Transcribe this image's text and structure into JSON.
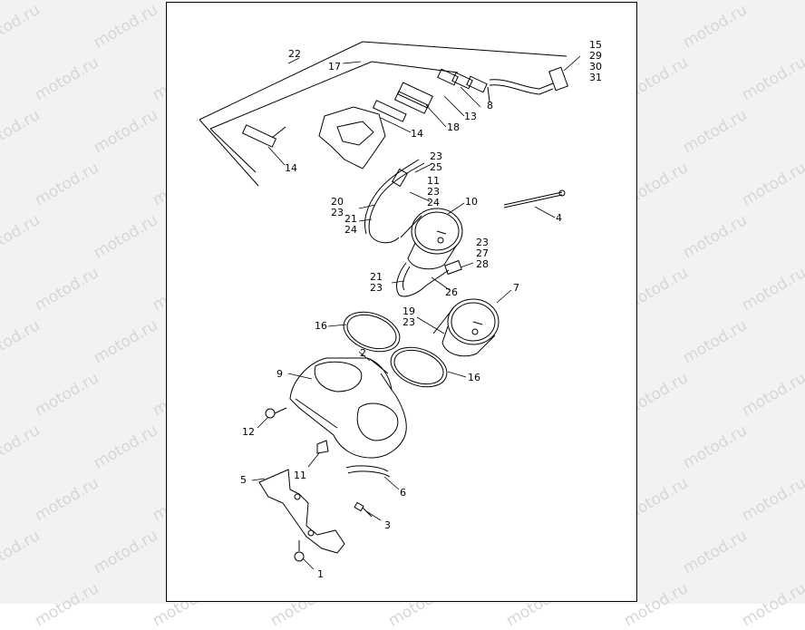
{
  "watermark": "motod.ru",
  "callouts": [
    {
      "id": "c1",
      "text": "1"
    },
    {
      "id": "c2",
      "text": "2"
    },
    {
      "id": "c3",
      "text": "3"
    },
    {
      "id": "c4",
      "text": "4"
    },
    {
      "id": "c5",
      "text": "5"
    },
    {
      "id": "c6",
      "text": "6"
    },
    {
      "id": "c7",
      "text": "7"
    },
    {
      "id": "c8",
      "text": "8"
    },
    {
      "id": "c9",
      "text": "9"
    },
    {
      "id": "c10",
      "text": "10"
    },
    {
      "id": "c11a",
      "text": "11"
    },
    {
      "id": "c12",
      "text": "12"
    },
    {
      "id": "c13",
      "text": "13"
    },
    {
      "id": "c14a",
      "text": "14"
    },
    {
      "id": "c14b",
      "text": "14"
    },
    {
      "id": "c15",
      "text": "15\n29\n30\n31"
    },
    {
      "id": "c16a",
      "text": "16"
    },
    {
      "id": "c16b",
      "text": "16"
    },
    {
      "id": "c17",
      "text": "17"
    },
    {
      "id": "c18",
      "text": "18"
    },
    {
      "id": "c19",
      "text": "19\n23"
    },
    {
      "id": "c20",
      "text": "20\n23"
    },
    {
      "id": "c21a",
      "text": "21\n24"
    },
    {
      "id": "c21b",
      "text": "21\n23"
    },
    {
      "id": "c22",
      "text": "22"
    },
    {
      "id": "c23a",
      "text": "23\n25"
    },
    {
      "id": "c11b",
      "text": "11\n23\n24"
    },
    {
      "id": "c23b",
      "text": "23\n27\n28"
    },
    {
      "id": "c26",
      "text": "26"
    }
  ]
}
